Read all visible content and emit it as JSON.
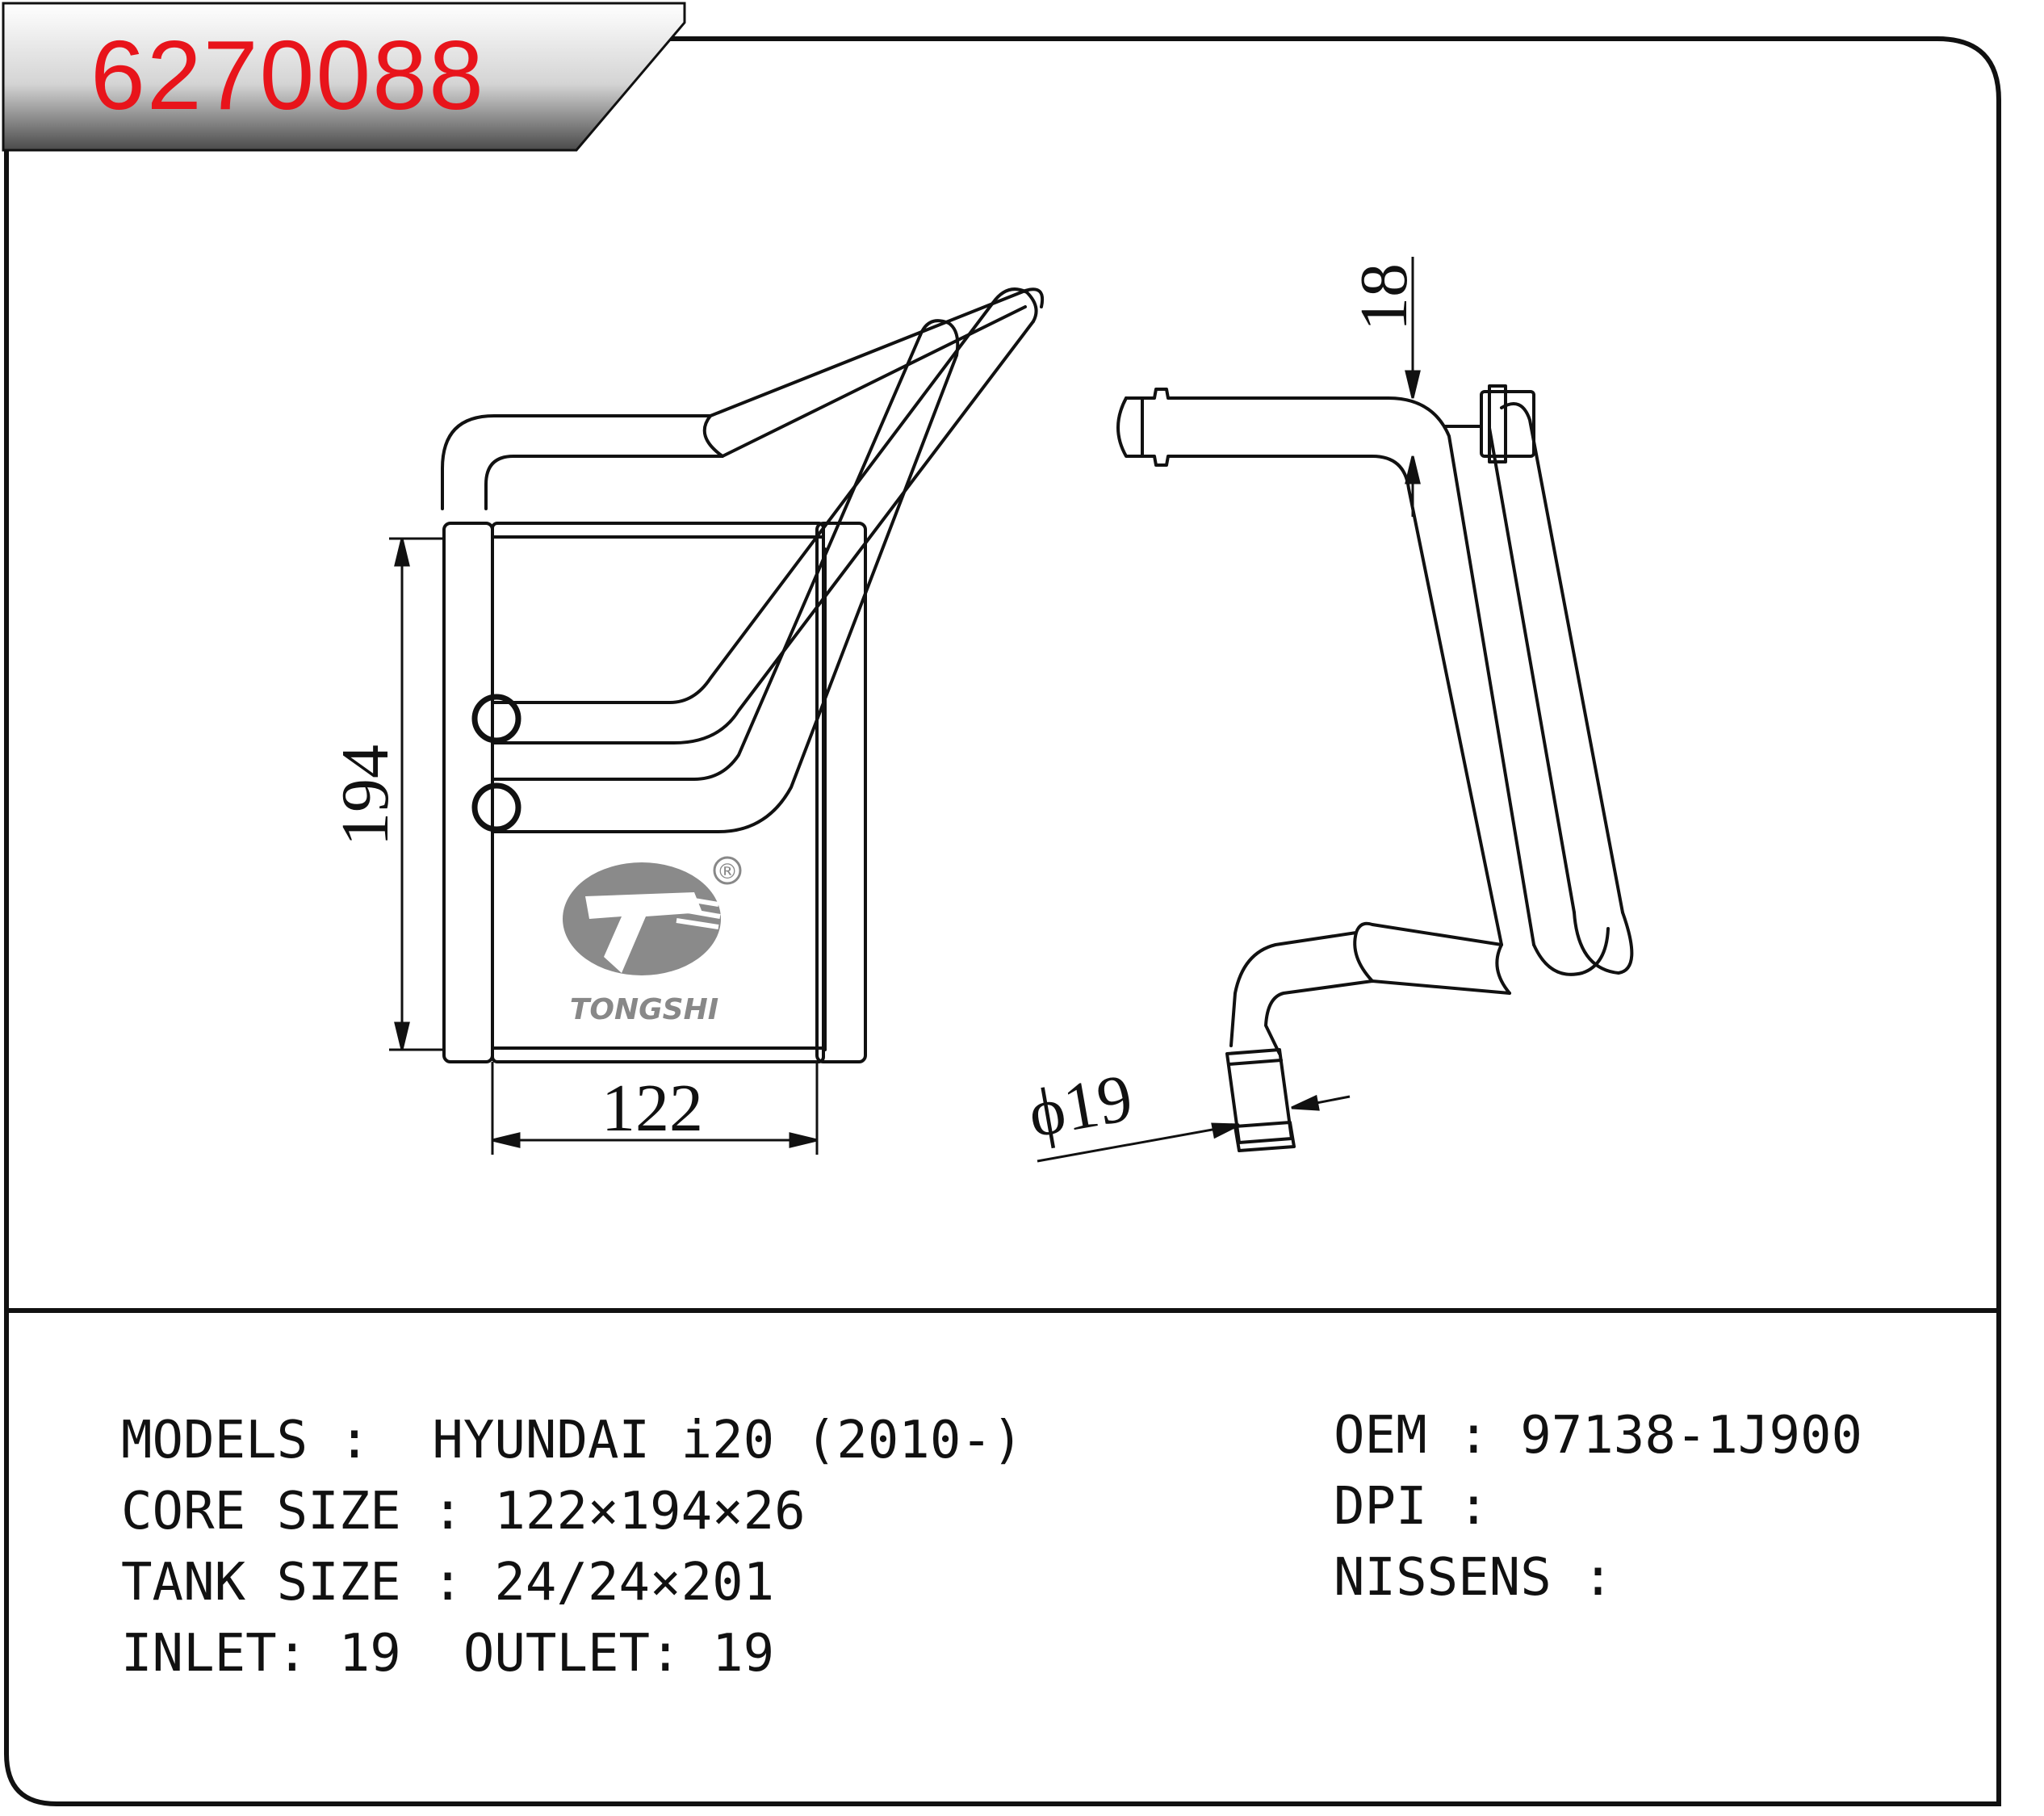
{
  "header": {
    "part_number": "6270088"
  },
  "drawing": {
    "dim_height": "194",
    "dim_width": "122",
    "dim_pipe_gap": "18",
    "dim_diameter": "ϕ19",
    "logo_text": "TONGSHI",
    "logo_mark": "®"
  },
  "specs": {
    "models": "MODELS :  HYUNDAI i20 (2010-)",
    "core_size": "CORE SIZE : 122×194×26",
    "tank_size": "TANK SIZE : 24/24×201",
    "inlet_outlet": "INLET: 19  OUTLET: 19",
    "oem": "OEM : 97138-1J900",
    "dpi": "DPI :",
    "nissens": "NISSENS :"
  },
  "colors": {
    "part_number": "#e8141b",
    "line": "#111111",
    "header_band": "#555555",
    "logo": "#888888"
  }
}
